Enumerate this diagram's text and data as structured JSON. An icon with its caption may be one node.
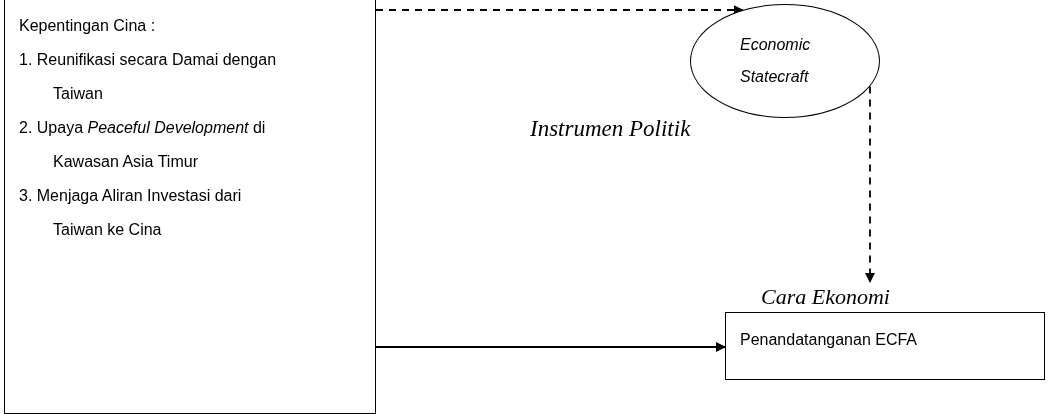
{
  "diagram": {
    "nodes": [
      {
        "text": [
          "Kepentingan Cina :",
          "1. Reunifikasi secara Damai dengan Taiwan",
          "2. Upaya *Peaceful Development* di Kawasan Asia Timur",
          "3. Menjaga Aliran Investasi dari Taiwan ke Cina"
        ]
      },
      {
        "text": [
          "Economic Statecraft"
        ]
      },
      {
        "text": [
          "Cara Ekonomi",
          "Penandatanganan ECFA"
        ]
      }
    ],
    "edges": [
      {
        "from": 0,
        "to": 1,
        "arrow": "to",
        "style": "dashed",
        "label": "Instrumen Politik"
      },
      {
        "from": 1,
        "to": 2,
        "arrow": "to",
        "style": "dashed"
      },
      {
        "from": 0,
        "to": 2,
        "arrow": "to"
      }
    ]
  }
}
